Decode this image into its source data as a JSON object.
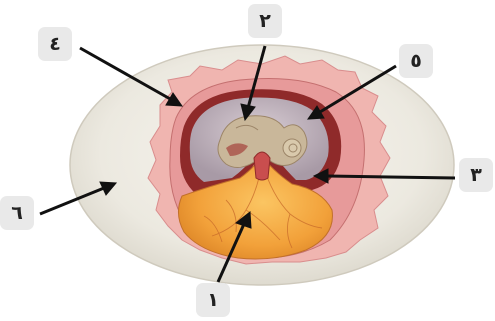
{
  "labels": {
    "yolk": "١",
    "embryo": "٢",
    "allantois": "٣",
    "chorion": "٤",
    "amnion": "٥",
    "shell": "٦"
  },
  "colors": {
    "shell": "#ece9e0",
    "membrane": "#e8a6a6",
    "amnion": "#c23a3a",
    "embryo": "#c9b79a",
    "yolk": "#f2a13a",
    "arrow": "#111111"
  }
}
